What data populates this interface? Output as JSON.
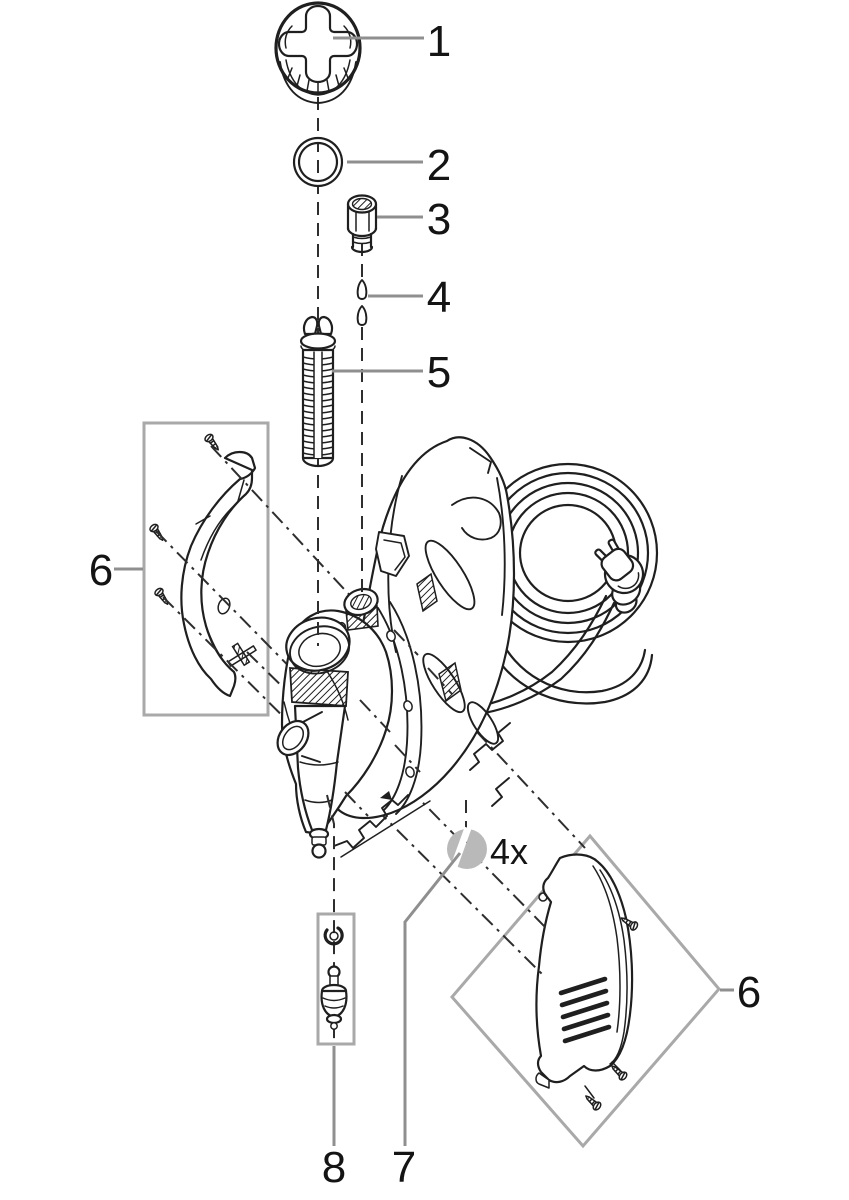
{
  "diagram": {
    "background": "#ffffff",
    "colors": {
      "art": "#1f1f1f",
      "leader": "#8f8f8f",
      "frame": "#a9a9a9",
      "axis": "#2e2e2e",
      "badge_fill": "#b9b9b9",
      "label": "#141414",
      "background": "#ffffff"
    },
    "labels": {
      "part1": "1",
      "part2": "2",
      "part3": "3",
      "part4": "4",
      "part5": "5",
      "part6_left": "6",
      "part6_right": "6",
      "part7": "7",
      "part8": "8",
      "quantity_badge": "4x"
    }
  }
}
